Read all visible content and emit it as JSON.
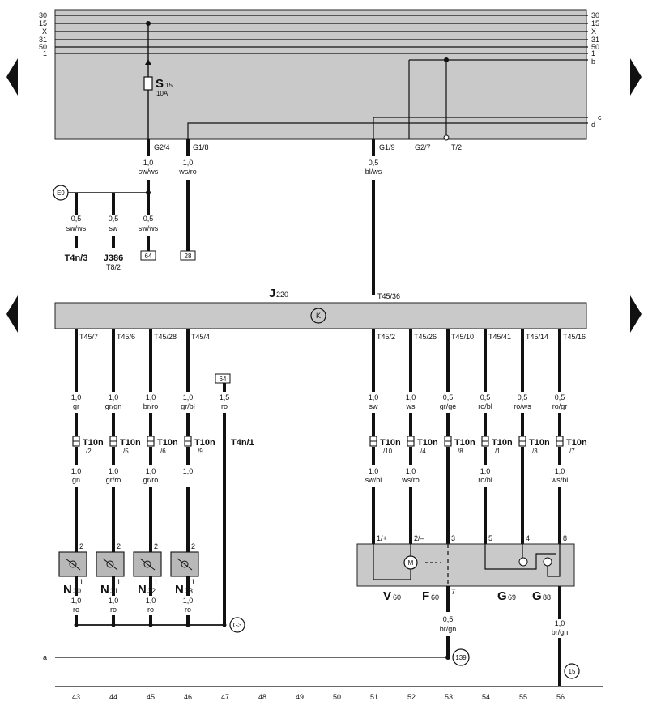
{
  "rails": {
    "labels": [
      "30",
      "15",
      "X",
      "31",
      "50",
      "1"
    ],
    "b": "b",
    "c": "c",
    "d": "d"
  },
  "fuse": {
    "name": "S",
    "num": "15",
    "amp": "10A"
  },
  "top_connectors": {
    "g24": "G2/4",
    "g18": "G1/8",
    "g19": "G1/9",
    "g27": "G2/7",
    "t2": "T/2"
  },
  "top_wires": {
    "w1": {
      "size": "1,0",
      "color": "sw/ws"
    },
    "w2": {
      "size": "1,0",
      "color": "ws/ro"
    },
    "w3": {
      "size": "0,5",
      "color": "bl/ws"
    }
  },
  "e9_branch": {
    "tag": "E9",
    "wires": [
      {
        "size": "0,5",
        "color": "sw/ws"
      },
      {
        "size": "0,5",
        "color": "sw"
      },
      {
        "size": "0,5",
        "color": "sw/ws"
      }
    ],
    "t4n3": "T4n/3",
    "j386": "J386",
    "t82": "T8/2",
    "box64": "64",
    "box28": "28"
  },
  "j220": {
    "label": "J",
    "num": "220",
    "pin": "T45/36",
    "k": "K"
  },
  "left_cols": [
    {
      "pin": "T45/7",
      "s1": "1,0",
      "c1": "gr",
      "t": "T10n",
      "tp": "/2",
      "s2": "1,0",
      "c2": "gn",
      "comp": "N",
      "cnum": "30"
    },
    {
      "pin": "T45/6",
      "s1": "1,0",
      "c1": "gr/gn",
      "t": "T10n",
      "tp": "/5",
      "s2": "1,0",
      "c2": "gr/ro",
      "comp": "N",
      "cnum": "31"
    },
    {
      "pin": "T45/28",
      "s1": "1,0",
      "c1": "br/ro",
      "t": "T10n",
      "tp": "/6",
      "s2": "1,0",
      "c2": "gr/ro",
      "comp": "N",
      "cnum": "32"
    },
    {
      "pin": "T45/4",
      "s1": "1,0",
      "c1": "gr/bl",
      "t": "T10n",
      "tp": "/9",
      "s2": "1,0",
      "c2": "",
      "comp": "N",
      "cnum": "33"
    }
  ],
  "left_pins": {
    "top": "2",
    "bottom": "1"
  },
  "left_bottom": {
    "size": "1,0",
    "color": "ro"
  },
  "col47": {
    "box": "64",
    "size": "1,5",
    "color": "ro",
    "t": "T4n/1"
  },
  "g3": "G3",
  "right_cols": [
    {
      "pin": "T45/2",
      "s1": "1,0",
      "c1": "sw",
      "t": "T10n",
      "tp": "/10",
      "s2": "1,0",
      "c2": "sw/bl",
      "ppin": "1/+"
    },
    {
      "pin": "T45/26",
      "s1": "1,0",
      "c1": "ws",
      "t": "T10n",
      "tp": "/4",
      "s2": "1,0",
      "c2": "ws/ro",
      "ppin": "2/–"
    },
    {
      "pin": "T45/10",
      "s1": "0,5",
      "c1": "gr/ge",
      "t": "T10n",
      "tp": "/8",
      "s2": "",
      "c2": "",
      "ppin": "3"
    },
    {
      "pin": "T45/41",
      "s1": "0,5",
      "c1": "ro/bl",
      "t": "T10n",
      "tp": "/1",
      "s2": "1,0",
      "c2": "ro/bl",
      "ppin": "5"
    },
    {
      "pin": "T45/14",
      "s1": "0,5",
      "c1": "ro/ws",
      "t": "T10n",
      "tp": "/3",
      "s2": "",
      "c2": "",
      "ppin": "4"
    },
    {
      "pin": "T45/16",
      "s1": "0,5",
      "c1": "ro/gr",
      "t": "T10n",
      "tp": "/7",
      "s2": "1,0",
      "c2": "ws/bl",
      "ppin": "8"
    }
  ],
  "panel": {
    "motor": "M",
    "v": "V",
    "vnum": "60",
    "f": "F",
    "fnum": "60",
    "fpin": "7",
    "g69": "G",
    "g69num": "69",
    "g88": "G",
    "g88num": "88"
  },
  "bottom": {
    "w53": {
      "size": "0,5",
      "color": "br/gn"
    },
    "w56": {
      "size": "1,0",
      "color": "br/gn"
    },
    "a": "a",
    "c139": "139",
    "c15": "15"
  },
  "track": [
    "43",
    "44",
    "45",
    "46",
    "47",
    "48",
    "49",
    "50",
    "51",
    "52",
    "53",
    "54",
    "55",
    "56"
  ]
}
